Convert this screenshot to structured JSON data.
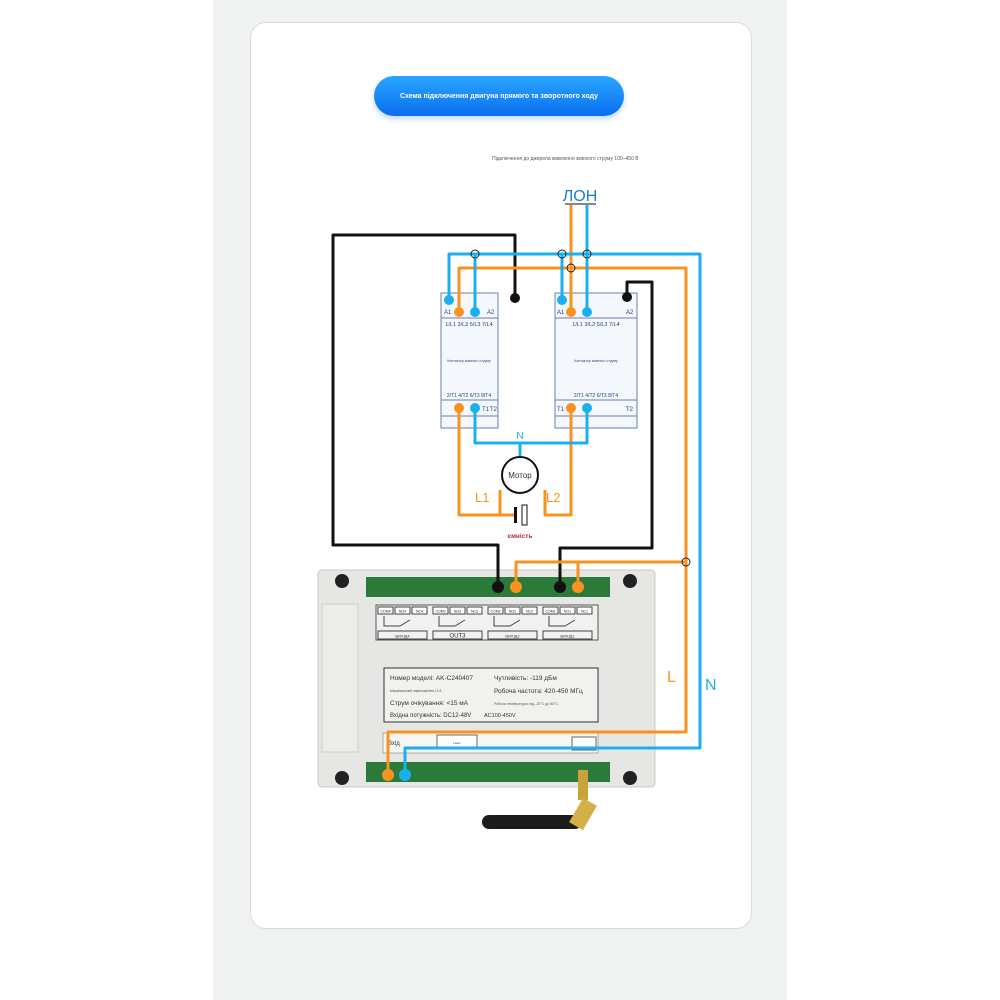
{
  "title": "Схема підключення двигуна прямого та зворотного ходу",
  "subtitle": "Підключення до джерела живлення змінного струму 100–450 В",
  "power_label": "ЛОН",
  "contactor_left": {
    "a1": "A1",
    "a2": "A2",
    "top_terminals": "1/L1 3/L2 5/L3 7/L4",
    "name": "Контактор змінного струму",
    "bottom_terminals": "2/T1 4/T2 6/T3 8/T4",
    "t1": "T1",
    "t2": "T2"
  },
  "contactor_right": {
    "a1": "A1",
    "a2": "A2",
    "top_terminals": "1/L1 3/L2 5/L3 7/L4",
    "name": "Контактор змінного струму",
    "bottom_terminals": "2/T1 4/T2 6/T3 8/T4",
    "t1": "T1",
    "t2": "T2"
  },
  "motor": {
    "label": "Мотор",
    "l1": "L1",
    "l2": "L2",
    "n": "N",
    "capacitor": "ємність"
  },
  "wire_labels": {
    "l": "L",
    "n": "N"
  },
  "relay": {
    "channels": [
      {
        "pins": [
          "COM4",
          "NO4",
          "NC4"
        ],
        "label": "ВИХІД4"
      },
      {
        "pins": [
          "COM3",
          "NO3",
          "NC3"
        ],
        "label": "OUT3"
      },
      {
        "pins": [
          "COM2",
          "NO2",
          "NC2"
        ],
        "label": "ВИХІД2"
      },
      {
        "pins": [
          "COM1",
          "NO1",
          "NC1"
        ],
        "label": "ВИХІД1"
      }
    ],
    "model": "Номер моделі: AK-C240407",
    "sensitivity": "Чутливість: -119 дБм",
    "max_current": "Максимальний навантаження 10 А",
    "frequency": "Робоча частота: 420-450 МГц",
    "standby": "Струм очікування: <15 мА",
    "temperature": "Робоча температура: від -20°C до 80°C",
    "input_power": "Вхідна потужність: DC12-48V",
    "ac_power": "AC100-450V",
    "input_label": "Вхід",
    "learn_label": "Learn"
  },
  "colors": {
    "live": "#f7931e",
    "neutral": "#1ab0ef",
    "control": "#111111",
    "accent": "#0a6ff0"
  }
}
